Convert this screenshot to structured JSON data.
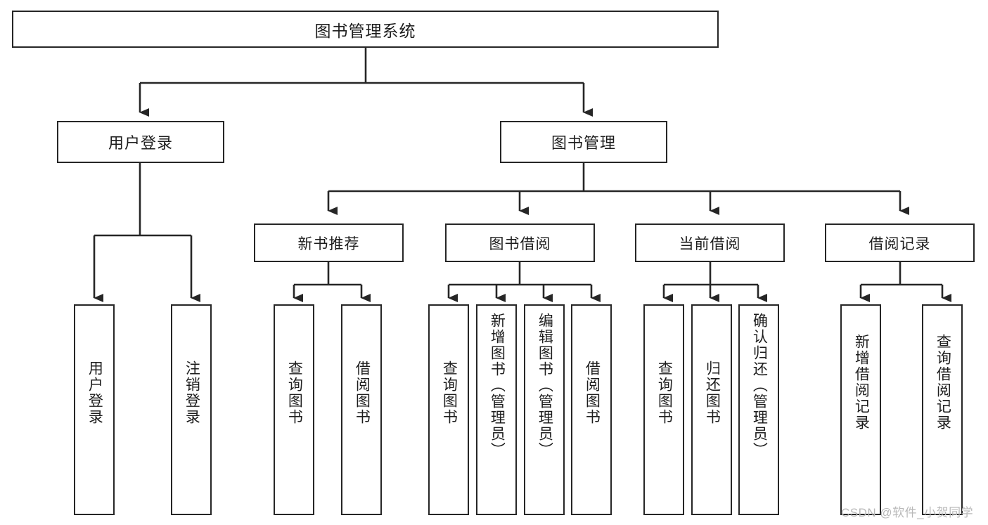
{
  "diagram": {
    "title": "图书管理系统",
    "watermark": "CSDN @软件_小贺同学",
    "colors": {
      "box_border": "#262626",
      "box_fill": "#ffffff",
      "edge": "#262626",
      "text": "#1d1d1d",
      "watermark": "#b9b9b9"
    },
    "root": {
      "label": "图书管理系统"
    },
    "level1": [
      {
        "label": "用户登录"
      },
      {
        "label": "图书管理"
      }
    ],
    "level2": [
      {
        "label": "新书推荐"
      },
      {
        "label": "图书借阅"
      },
      {
        "label": "当前借阅"
      },
      {
        "label": "借阅记录"
      }
    ],
    "leaves": {
      "user_login": [
        {
          "label": "用户登录"
        },
        {
          "label": "注销登录"
        }
      ],
      "new_book_recommend": [
        {
          "label": "查询图书"
        },
        {
          "label": "借阅图书"
        }
      ],
      "book_borrow": [
        {
          "label": "查询图书"
        },
        {
          "label": "新增图书（管理员）"
        },
        {
          "label": "编辑图书（管理员）"
        },
        {
          "label": "借阅图书"
        }
      ],
      "current_borrow": [
        {
          "label": "查询图书"
        },
        {
          "label": "归还图书"
        },
        {
          "label": "确认归还（管理员）"
        }
      ],
      "borrow_record": [
        {
          "label": "新增借阅记录"
        },
        {
          "label": "查询借阅记录"
        }
      ]
    }
  },
  "chart_data": {
    "type": "diagram",
    "title": "图书管理系统",
    "structure": "tree",
    "nodes": [
      {
        "id": "root",
        "label": "图书管理系统",
        "level": 0,
        "parent": null
      },
      {
        "id": "n1",
        "label": "用户登录",
        "level": 1,
        "parent": "root"
      },
      {
        "id": "n2",
        "label": "图书管理",
        "level": 1,
        "parent": "root"
      },
      {
        "id": "n1a",
        "label": "用户登录",
        "level": 2,
        "parent": "n1"
      },
      {
        "id": "n1b",
        "label": "注销登录",
        "level": 2,
        "parent": "n1"
      },
      {
        "id": "n2a",
        "label": "新书推荐",
        "level": 2,
        "parent": "n2"
      },
      {
        "id": "n2b",
        "label": "图书借阅",
        "level": 2,
        "parent": "n2"
      },
      {
        "id": "n2c",
        "label": "当前借阅",
        "level": 2,
        "parent": "n2"
      },
      {
        "id": "n2d",
        "label": "借阅记录",
        "level": 2,
        "parent": "n2"
      },
      {
        "id": "n2a1",
        "label": "查询图书",
        "level": 3,
        "parent": "n2a"
      },
      {
        "id": "n2a2",
        "label": "借阅图书",
        "level": 3,
        "parent": "n2a"
      },
      {
        "id": "n2b1",
        "label": "查询图书",
        "level": 3,
        "parent": "n2b"
      },
      {
        "id": "n2b2",
        "label": "新增图书（管理员）",
        "level": 3,
        "parent": "n2b"
      },
      {
        "id": "n2b3",
        "label": "编辑图书（管理员）",
        "level": 3,
        "parent": "n2b"
      },
      {
        "id": "n2b4",
        "label": "借阅图书",
        "level": 3,
        "parent": "n2b"
      },
      {
        "id": "n2c1",
        "label": "查询图书",
        "level": 3,
        "parent": "n2c"
      },
      {
        "id": "n2c2",
        "label": "归还图书",
        "level": 3,
        "parent": "n2c"
      },
      {
        "id": "n2c3",
        "label": "确认归还（管理员）",
        "level": 3,
        "parent": "n2c"
      },
      {
        "id": "n2d1",
        "label": "新增借阅记录",
        "level": 3,
        "parent": "n2d"
      },
      {
        "id": "n2d2",
        "label": "查询借阅记录",
        "level": 3,
        "parent": "n2d"
      }
    ]
  }
}
